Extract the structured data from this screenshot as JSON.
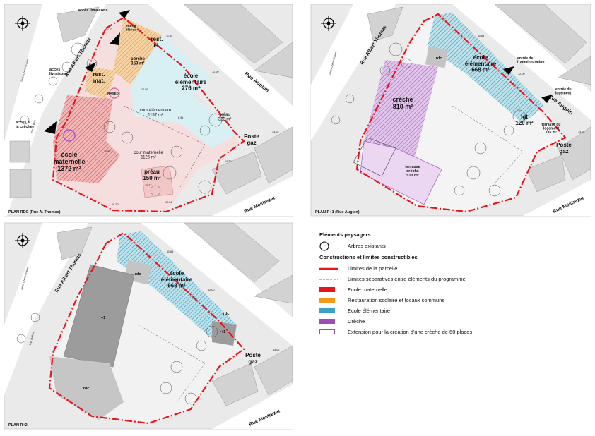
{
  "plans": {
    "rdc": {
      "title": "PLAN RDC (Rue A. Thomas)",
      "street_albert": "Rue Albert Thomas",
      "street_auguin": "Rue Auguin",
      "street_mestrezat": "Rue Mestrezat",
      "street_side": "Sente Chemin Caves",
      "street_side2": "Imp. du Bois",
      "acces_livraisons_1": "accès livraisons",
      "acces_livraisons_2": "accès\nlivraisons",
      "entree_eleves": "entrée\nélèves",
      "acces_creche": "accès à\nla crèche",
      "porche": "porche\n153 m²",
      "rest_el": "rest.\nél.",
      "rest_mat": "rest.\nmat.",
      "rased": "RASED",
      "ecole_elem": "école\nélémentaire\n276 m²",
      "cour_elem": "cour élémentaire\n1157 m²",
      "preau_elem": "préau\n322 m²",
      "poste": "Poste\ngaz",
      "ecole_mat": "école\nmaternelle\n1372 m²",
      "cour_mat": "cour maternelle\n1125 m²",
      "preau_mat": "préau\n150 m²",
      "lvl_1": "11.65",
      "lvl_2": "11.62",
      "lvl_3": "12.00",
      "lvl_4": "10.59",
      "lvl_5": "8.91",
      "lvl_6": "10.55",
      "lvl_7": "10.30",
      "lvl_8": "14.02",
      "lvl_9": "10.77",
      "lvl_10": "10.20",
      "lvl_11": "12.54"
    },
    "r1": {
      "title": "PLAN R+1 (Rue Auguin)",
      "street_albert": "Rue Albert Thomas",
      "street_auguin": "Rue Auguin",
      "street_mestrezat": "Rue Mestrezat",
      "street_side": "Sente Chemin Caves",
      "rdc": "rdc",
      "ecole_elem": "école\nélémentaire\n668 m²",
      "entree_admin": "entrée de\nl' administration",
      "entree_logement": "entrée du\nlogement",
      "creche": "crèche\n810 m²",
      "lgt": "lgt\n120 m²",
      "terrasse_logement": "terrasse du\nlogement\n116 m²",
      "poste": "Poste\ngaz",
      "terrasse_creche": "terrasse\ncrèche\n510 m²",
      "lvl_1": "11.65",
      "lvl_2": "12.00",
      "lvl_3": "14.02"
    },
    "r2": {
      "title": "PLAN R+2",
      "street_albert": "Rue Albert Thomas",
      "street_mestrezat": "Rue Mestrezat",
      "street_side": "Sente Chemin Caves",
      "street_side2": "Imp. du Bois",
      "rdc_1": "rdc",
      "rdc_2": "rdc",
      "rdc_3": "rdc",
      "r1_1": "r+1",
      "r1_2": "r+1",
      "ecole_elem": "école\nélémentaire\n668 m²",
      "poste": "Poste\ngaz",
      "lvl_1": "11.65",
      "lvl_2": "12.00",
      "lvl_3": "14.02"
    }
  },
  "legend": {
    "heading_paysagers": "Eléments paysagers",
    "arbres": "Arbres existants",
    "heading_constructions": "Constructions et limites constructibles",
    "limites_parcelle": "Limites de la parcelle",
    "limites_separatives": "Limites séparatives entre éléments du programme",
    "ecole_maternelle": "Ecole maternelle",
    "restauration": "Restauration scolaire et locaux communs",
    "ecole_elementaire": "Ecole élémentaire",
    "creche": "Crèche",
    "extension": "Extension pour la création d'une crèche de 60 places"
  },
  "colors": {
    "parcel_limit": "#e8141c",
    "maternelle": "#e8141c",
    "restauration": "#f39a1e",
    "elementaire": "#3aa3c4",
    "creche": "#9b4fb0",
    "extension_border": "#9b4fb0",
    "building_gray": "#bdbdbd",
    "background_gray": "#e6e6e6"
  }
}
